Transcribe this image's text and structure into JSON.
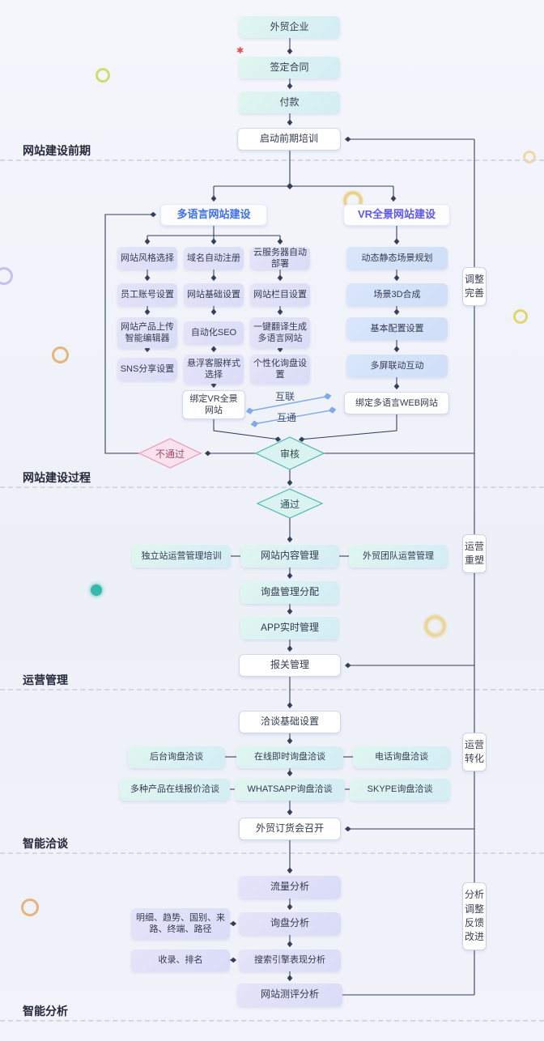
{
  "sections": [
    {
      "label": "网站建设前期"
    },
    {
      "label": "网站建设过程"
    },
    {
      "label": "运营管理"
    },
    {
      "label": "智能洽谈"
    },
    {
      "label": "智能分析"
    }
  ],
  "nodes": {
    "company": "外贸企业",
    "sign_contract": "签定合同",
    "payment": "付款",
    "pre_training": "启动前期培训",
    "multi_header": "多语言网站建设",
    "vr_header": "VR全景网站建设",
    "style_select": "网站风格选择",
    "domain_reg": "域名自动注册",
    "cloud_deploy": "云服务器自动部署",
    "staff_account": "员工账号设置",
    "site_basic": "网站基础设置",
    "site_columns": "网站栏目设置",
    "product_upload": "网站产品上传智能编辑器",
    "auto_seo": "自动化SEO",
    "one_click_translate": "一键翻译生成多语言网站",
    "sns_share": "SNS分享设置",
    "float_service": "悬浮客服样式选择",
    "custom_inquiry": "个性化询盘设置",
    "bind_vr": "绑定VR全景网站",
    "scene_plan": "动态静态场景规划",
    "scene_3d": "场景3D合成",
    "basic_config": "基本配置设置",
    "multi_screen": "多屏联动互动",
    "bind_web": "绑定多语言WEB网站",
    "interlink": "互联",
    "intercom": "互通",
    "review": "审核",
    "fail": "不通过",
    "pass": "通过",
    "adjust": "调整\n完善",
    "ops_training": "独立站运营管理培训",
    "content_mgmt": "网站内容管理",
    "team_mgmt": "外贸团队运营管理",
    "inquiry_assign": "询盘管理分配",
    "app_mgmt": "APP实时管理",
    "customs_mgmt": "报关管理",
    "ops_reshape": "运营\n重塑",
    "nego_basic": "洽谈基础设置",
    "backend_nego": "后台询盘洽谈",
    "online_nego": "在线即时询盘洽谈",
    "phone_nego": "电话询盘洽谈",
    "quote_nego": "多种产品在线报价洽谈",
    "whatsapp_nego": "WHATSAPP询盘洽谈",
    "skype_nego": "SKYPE询盘洽谈",
    "order_meeting": "外贸订货会召开",
    "ops_convert": "运营\n转化",
    "traffic_analysis": "流量分析",
    "detail_dims": "明细、趋势、国别、来路、终端、路径",
    "inquiry_analysis": "询盘分析",
    "indexing_rank": "收录、排名",
    "search_perf": "搜索引擎表现分析",
    "site_eval": "网站测评分析",
    "analysis_feedback": "分析\n调整\n反馈\n改进"
  },
  "colors": {
    "teal_box": "#d9f2ef",
    "purple_box": "#e0e1f8",
    "blue_box": "#d4e3f8",
    "line": "#32405e",
    "review_fill": "#daf3f1",
    "review_border": "#4ab8b0",
    "fail_fill": "#fbe3ee",
    "fail_border": "#ee93ba",
    "link_arrow": "#7fa9ea"
  }
}
